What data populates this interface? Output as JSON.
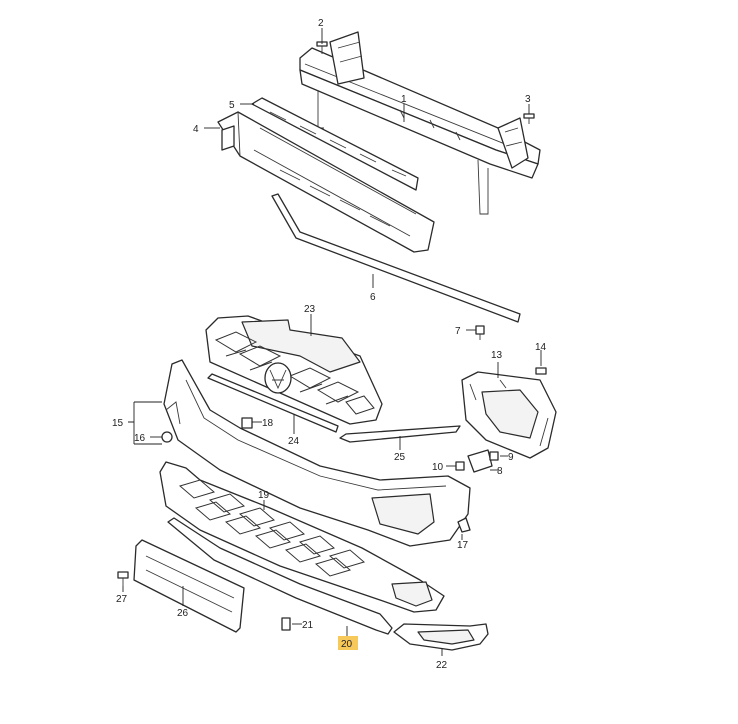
{
  "callouts": [
    {
      "id": "c1",
      "label": "1"
    },
    {
      "id": "c2",
      "label": "2"
    },
    {
      "id": "c3",
      "label": "3"
    },
    {
      "id": "c4",
      "label": "4"
    },
    {
      "id": "c5",
      "label": "5"
    },
    {
      "id": "c6",
      "label": "6"
    },
    {
      "id": "c7",
      "label": "7"
    },
    {
      "id": "c8",
      "label": "8"
    },
    {
      "id": "c9",
      "label": "9"
    },
    {
      "id": "c10",
      "label": "10"
    },
    {
      "id": "c13",
      "label": "13"
    },
    {
      "id": "c14",
      "label": "14"
    },
    {
      "id": "c15",
      "label": "15"
    },
    {
      "id": "c16",
      "label": "16"
    },
    {
      "id": "c17",
      "label": "17"
    },
    {
      "id": "c18",
      "label": "18"
    },
    {
      "id": "c19",
      "label": "19"
    },
    {
      "id": "c20",
      "label": "20"
    },
    {
      "id": "c21",
      "label": "21"
    },
    {
      "id": "c22",
      "label": "22"
    },
    {
      "id": "c23",
      "label": "23"
    },
    {
      "id": "c24",
      "label": "24"
    },
    {
      "id": "c25",
      "label": "25"
    },
    {
      "id": "c26",
      "label": "26"
    },
    {
      "id": "c27",
      "label": "27"
    }
  ],
  "highlight": {
    "label": "20",
    "color": "#f7c85a"
  },
  "colors": {
    "line": "#2b2b2b",
    "fill": "#ffffff",
    "background": "#ffffff"
  }
}
